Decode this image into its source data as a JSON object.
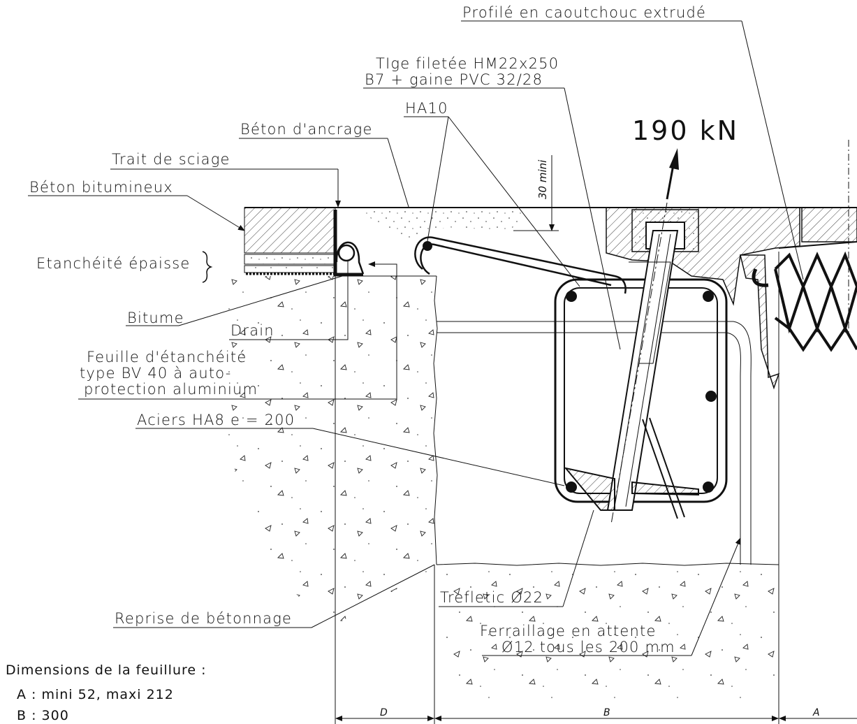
{
  "labels": {
    "profile": "Profilé en caoutchouc extrudé",
    "tige_line1": "TIge filetée HM22x250",
    "tige_line2": "B7 + gaine PVC 32/28",
    "ha10": "HA10",
    "beton_ancrage": "Béton d'ancrage",
    "trait_sciage": "Trait de sciage",
    "beton_bitumineux": "Béton bitumineux",
    "etancheite": "Etanchéité épaisse",
    "bitume": "Bitume",
    "drain": "Drain",
    "feuille_line1": "Feuille d'étanchéité",
    "feuille_line2": "type BV 40 à auto-",
    "feuille_line3": "protection aluminium",
    "aciers": "Aciers HA8  e = 200",
    "reprise": "Reprise de bétonnage",
    "trefletic": "Trefletic Ø22",
    "ferraillage_line1": "Ferraillage en attente",
    "ferraillage_line2": "Ø12 tous les 200 mm",
    "load": "190 kN",
    "mini30": "30 mini"
  },
  "dimensions_note": {
    "title": "Dimensions de la feuillure :",
    "line_a": "A : mini 52, maxi 212",
    "line_b": "B : 300"
  },
  "dimension_marks": {
    "d": "D",
    "b": "B",
    "a": "A"
  }
}
